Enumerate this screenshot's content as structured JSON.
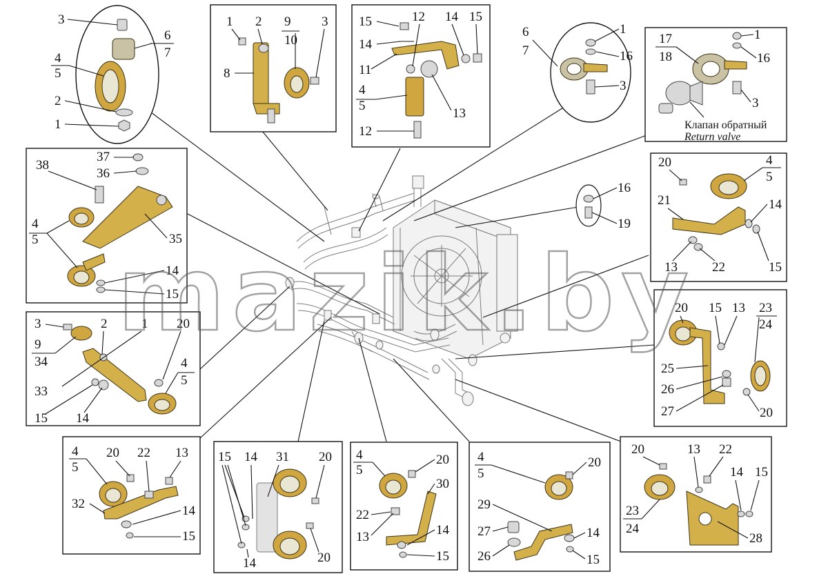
{
  "watermark": "mazik.by",
  "callouts": {
    "p1": [
      "3",
      "6",
      "7",
      "4",
      "5",
      "2",
      "1"
    ],
    "p2": [
      "1",
      "2",
      "9",
      "10",
      "3",
      "8"
    ],
    "p3": [
      "15",
      "12",
      "14",
      "15",
      "14",
      "11",
      "4",
      "5",
      "13",
      "12"
    ],
    "p4": [
      "6",
      "7",
      "1",
      "16",
      "3"
    ],
    "p5": [
      "17",
      "18",
      "1",
      "16",
      "3"
    ],
    "p6": [
      "38",
      "37",
      "36",
      "4",
      "5",
      "35",
      "14",
      "15"
    ],
    "p7": [
      "20",
      "4",
      "5",
      "21",
      "14",
      "13",
      "22",
      "15"
    ],
    "p8": [
      "16",
      "19"
    ],
    "p9": [
      "3",
      "2",
      "1",
      "20",
      "9",
      "34",
      "33",
      "4",
      "5",
      "15",
      "14"
    ],
    "p10": [
      "20",
      "15",
      "13",
      "23",
      "24",
      "25",
      "26",
      "27",
      "20"
    ],
    "p11": [
      "4",
      "5",
      "20",
      "22",
      "13",
      "32",
      "14",
      "15"
    ],
    "p12": [
      "15",
      "14",
      "31",
      "20",
      "14",
      "20"
    ],
    "p13": [
      "4",
      "5",
      "20",
      "30",
      "22",
      "13",
      "14",
      "15"
    ],
    "p14": [
      "4",
      "5",
      "20",
      "29",
      "27",
      "14",
      "26",
      "15"
    ],
    "p15": [
      "20",
      "13",
      "22",
      "14",
      "15",
      "23",
      "24",
      "28"
    ]
  },
  "valve_label_ru": "Клапан обратный",
  "valve_label_en": "Return valve"
}
